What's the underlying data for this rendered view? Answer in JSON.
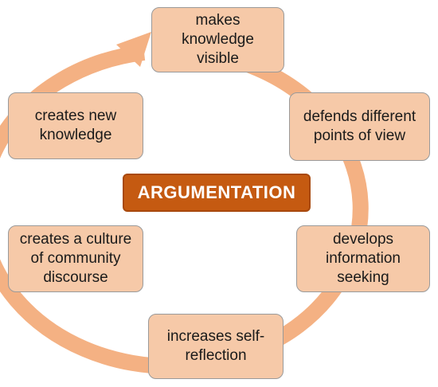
{
  "center_label": "ARGUMENTATION",
  "nodes": [
    {
      "id": "top",
      "text": "makes\nknowledge\nvisible"
    },
    {
      "id": "upper-right",
      "text": "defends different\npoints of view"
    },
    {
      "id": "lower-right",
      "text": "develops\ninformation\nseeking"
    },
    {
      "id": "bottom",
      "text": "increases self-\nreflection"
    },
    {
      "id": "lower-left",
      "text": "creates a culture\nof community\ndiscourse"
    },
    {
      "id": "upper-left",
      "text": "creates new\nknowledge"
    }
  ],
  "colors": {
    "node_fill": "#f6c9a8",
    "arrow": "#f4b183",
    "center_fill": "#c55a11"
  }
}
